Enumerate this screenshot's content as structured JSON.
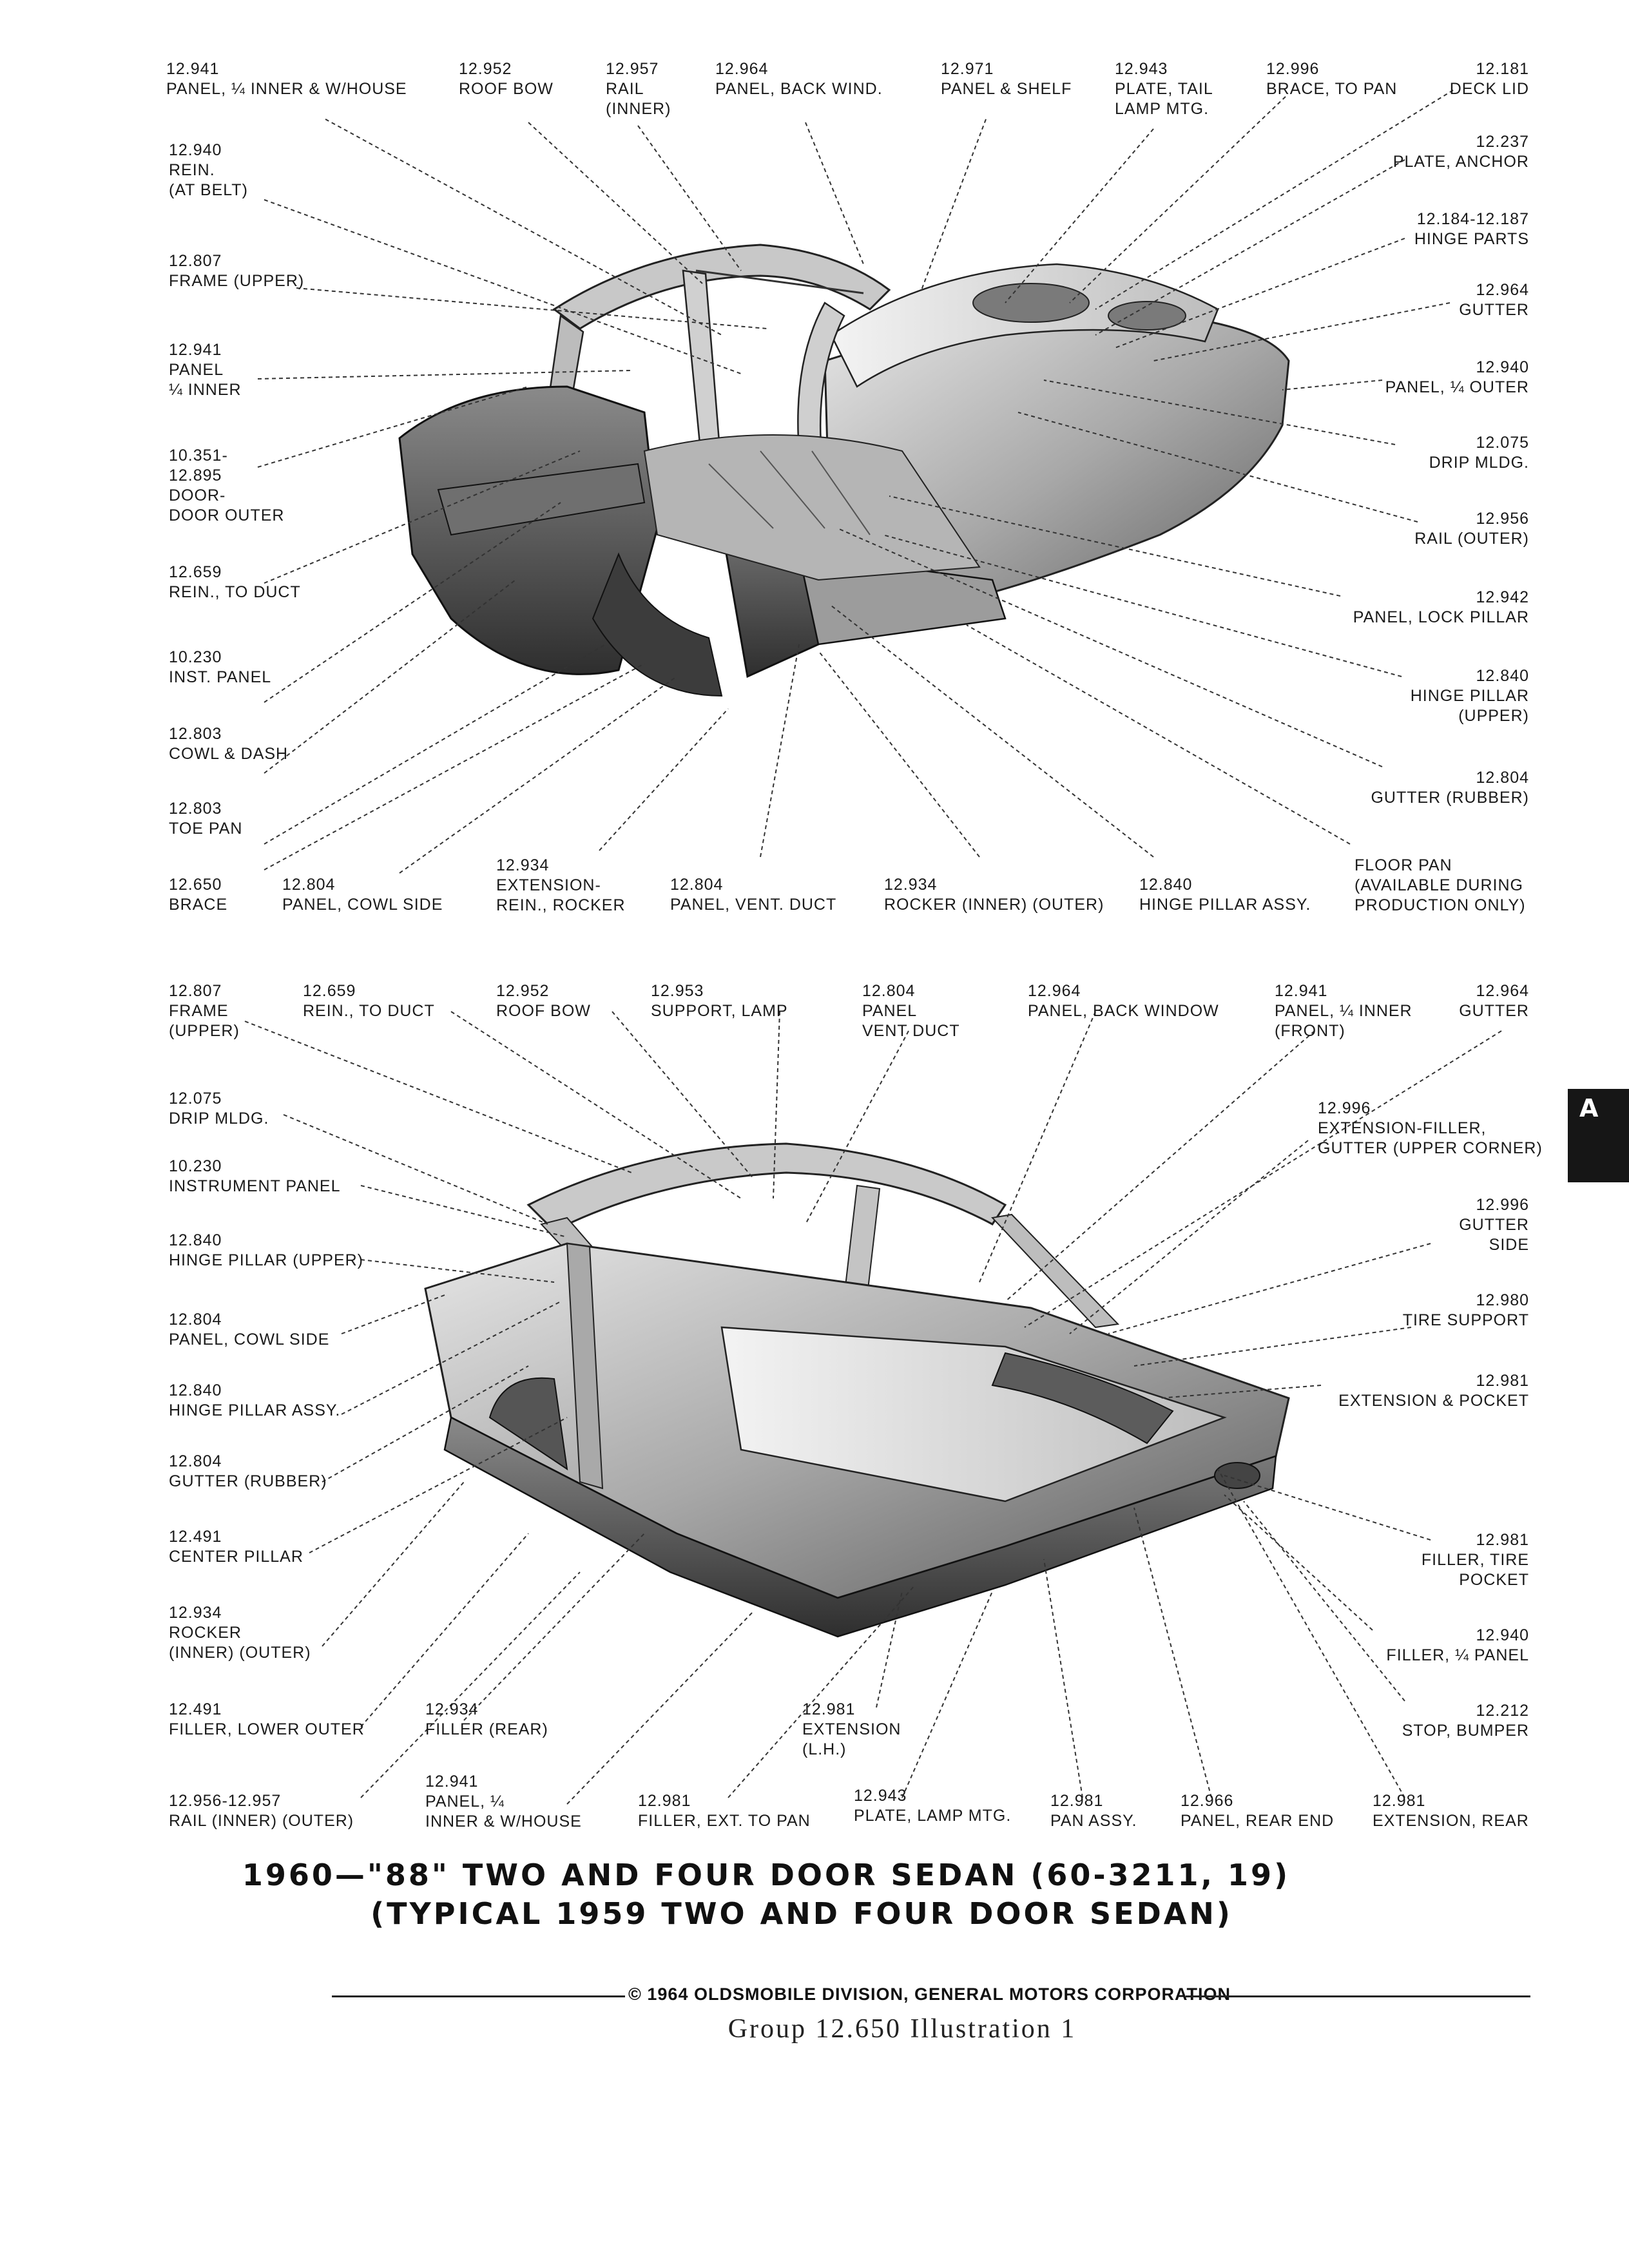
{
  "top_labels": [
    {
      "id": "t1",
      "num": "12.941",
      "lines": [
        "PANEL, ¼ INNER & W/HOUSE"
      ]
    },
    {
      "id": "t2",
      "num": "12.952",
      "lines": [
        "ROOF BOW"
      ]
    },
    {
      "id": "t3",
      "num": "12.957",
      "lines": [
        "RAIL",
        "(INNER)"
      ]
    },
    {
      "id": "t4",
      "num": "12.964",
      "lines": [
        "PANEL, BACK WIND."
      ]
    },
    {
      "id": "t5",
      "num": "12.971",
      "lines": [
        "PANEL & SHELF"
      ]
    },
    {
      "id": "t6",
      "num": "12.943",
      "lines": [
        "PLATE, TAIL",
        "LAMP MTG."
      ]
    },
    {
      "id": "t7",
      "num": "12.996",
      "lines": [
        "BRACE, TO PAN"
      ]
    },
    {
      "id": "t8",
      "num": "12.181",
      "lines": [
        "DECK LID"
      ]
    },
    {
      "id": "t9",
      "num": "12.940",
      "lines": [
        "REIN.",
        "(AT BELT)"
      ]
    },
    {
      "id": "t10",
      "num": "12.807",
      "lines": [
        "FRAME (UPPER)"
      ]
    },
    {
      "id": "t11",
      "num": "12.941",
      "lines": [
        "PANEL",
        "¼ INNER"
      ]
    },
    {
      "id": "t12",
      "num": "10.351-",
      "lines": [
        "12.895",
        "DOOR-",
        "DOOR OUTER"
      ]
    },
    {
      "id": "t13",
      "num": "12.659",
      "lines": [
        "REIN., TO DUCT"
      ]
    },
    {
      "id": "t14",
      "num": "10.230",
      "lines": [
        "INST. PANEL"
      ]
    },
    {
      "id": "t15",
      "num": "12.803",
      "lines": [
        "COWL & DASH"
      ]
    },
    {
      "id": "t16",
      "num": "12.803",
      "lines": [
        "TOE PAN"
      ]
    },
    {
      "id": "t17",
      "num": "12.650",
      "lines": [
        "BRACE"
      ]
    },
    {
      "id": "t18",
      "num": "12.804",
      "lines": [
        "PANEL, COWL SIDE"
      ]
    },
    {
      "id": "t19",
      "num": "12.934",
      "lines": [
        "EXTENSION-",
        "REIN., ROCKER"
      ]
    },
    {
      "id": "t20",
      "num": "12.804",
      "lines": [
        "PANEL, VENT. DUCT"
      ]
    },
    {
      "id": "t21",
      "num": "12.934",
      "lines": [
        "ROCKER (INNER) (OUTER)"
      ]
    },
    {
      "id": "t22",
      "num": "12.840",
      "lines": [
        "HINGE PILLAR ASSY."
      ]
    },
    {
      "id": "t23",
      "num": "FLOOR PAN",
      "lines": [
        "(AVAILABLE DURING",
        "PRODUCTION ONLY)"
      ]
    },
    {
      "id": "t24",
      "num": "12.237",
      "lines": [
        "PLATE, ANCHOR"
      ]
    },
    {
      "id": "t25",
      "num": "12.184-12.187",
      "lines": [
        "HINGE PARTS"
      ]
    },
    {
      "id": "t26",
      "num": "12.964",
      "lines": [
        "GUTTER"
      ]
    },
    {
      "id": "t27",
      "num": "12.940",
      "lines": [
        "PANEL, ¼ OUTER"
      ]
    },
    {
      "id": "t28",
      "num": "12.075",
      "lines": [
        "DRIP MLDG."
      ]
    },
    {
      "id": "t29",
      "num": "12.956",
      "lines": [
        "RAIL (OUTER)"
      ]
    },
    {
      "id": "t30",
      "num": "12.942",
      "lines": [
        "PANEL, LOCK PILLAR"
      ]
    },
    {
      "id": "t31",
      "num": "12.840",
      "lines": [
        "HINGE PILLAR",
        "(UPPER)"
      ]
    },
    {
      "id": "t32",
      "num": "12.804",
      "lines": [
        "GUTTER (RUBBER)"
      ]
    }
  ],
  "bottom_labels": [
    {
      "id": "b1",
      "num": "12.807",
      "lines": [
        "FRAME",
        "(UPPER)"
      ]
    },
    {
      "id": "b2",
      "num": "12.659",
      "lines": [
        "REIN., TO DUCT"
      ]
    },
    {
      "id": "b3",
      "num": "12.952",
      "lines": [
        "ROOF BOW"
      ]
    },
    {
      "id": "b4",
      "num": "12.953",
      "lines": [
        "SUPPORT, LAMP"
      ]
    },
    {
      "id": "b5",
      "num": "12.804",
      "lines": [
        "PANEL",
        "VENT DUCT"
      ]
    },
    {
      "id": "b6",
      "num": "12.964",
      "lines": [
        "PANEL, BACK WINDOW"
      ]
    },
    {
      "id": "b7",
      "num": "12.941",
      "lines": [
        "PANEL, ¼ INNER",
        "(FRONT)"
      ]
    },
    {
      "id": "b8",
      "num": "12.964",
      "lines": [
        "GUTTER"
      ]
    },
    {
      "id": "b9",
      "num": "12.075",
      "lines": [
        "DRIP MLDG."
      ]
    },
    {
      "id": "b10",
      "num": "10.230",
      "lines": [
        "INSTRUMENT PANEL"
      ]
    },
    {
      "id": "b11",
      "num": "12.840",
      "lines": [
        "HINGE PILLAR (UPPER)"
      ]
    },
    {
      "id": "b12",
      "num": "12.804",
      "lines": [
        "PANEL, COWL SIDE"
      ]
    },
    {
      "id": "b13",
      "num": "12.840",
      "lines": [
        "HINGE PILLAR ASSY."
      ]
    },
    {
      "id": "b14",
      "num": "12.804",
      "lines": [
        "GUTTER (RUBBER)"
      ]
    },
    {
      "id": "b15",
      "num": "12.491",
      "lines": [
        "CENTER PILLAR"
      ]
    },
    {
      "id": "b16",
      "num": "12.934",
      "lines": [
        "ROCKER",
        "(INNER) (OUTER)"
      ]
    },
    {
      "id": "b17",
      "num": "12.491",
      "lines": [
        "FILLER, LOWER OUTER"
      ]
    },
    {
      "id": "b18",
      "num": "12.934",
      "lines": [
        "FILLER (REAR)"
      ]
    },
    {
      "id": "b19",
      "num": "12.956-12.957",
      "lines": [
        "RAIL (INNER) (OUTER)"
      ]
    },
    {
      "id": "b20",
      "num": "12.941",
      "lines": [
        "PANEL, ¼",
        "INNER & W/HOUSE"
      ]
    },
    {
      "id": "b21",
      "num": "12.981",
      "lines": [
        "EXTENSION",
        "(L.H.)"
      ]
    },
    {
      "id": "b22",
      "num": "12.981",
      "lines": [
        "FILLER, EXT. TO PAN"
      ]
    },
    {
      "id": "b23",
      "num": "12.943",
      "lines": [
        "PLATE, LAMP MTG."
      ]
    },
    {
      "id": "b24",
      "num": "12.981",
      "lines": [
        "PAN ASSY."
      ]
    },
    {
      "id": "b25",
      "num": "12.966",
      "lines": [
        "PANEL, REAR END"
      ]
    },
    {
      "id": "b26",
      "num": "12.981",
      "lines": [
        "EXTENSION, REAR"
      ]
    },
    {
      "id": "b27",
      "num": "12.996",
      "lines": [
        "EXTENSION-FILLER,",
        "GUTTER (UPPER CORNER)"
      ]
    },
    {
      "id": "b28",
      "num": "12.996",
      "lines": [
        "GUTTER",
        "SIDE"
      ]
    },
    {
      "id": "b29",
      "num": "12.980",
      "lines": [
        "TIRE SUPPORT"
      ]
    },
    {
      "id": "b30",
      "num": "12.981",
      "lines": [
        "EXTENSION & POCKET"
      ]
    },
    {
      "id": "b31",
      "num": "12.981",
      "lines": [
        "FILLER, TIRE",
        "POCKET"
      ]
    },
    {
      "id": "b32",
      "num": "12.940",
      "lines": [
        "FILLER, ¼ PANEL"
      ]
    },
    {
      "id": "b33",
      "num": "12.212",
      "lines": [
        "STOP, BUMPER"
      ]
    }
  ],
  "caption": {
    "line1": "1960—\"88\" TWO AND FOUR DOOR SEDAN (60-3211, 19)",
    "line2": "(TYPICAL 1959 TWO AND FOUR DOOR SEDAN)"
  },
  "footer": {
    "copyright": "© 1964 OLDSMOBILE DIVISION, GENERAL MOTORS CORPORATION",
    "group": "Group 12.650   Illustration 1"
  },
  "edge_tab": {
    "letter": "A"
  },
  "colors": {
    "ink": "#1a1a1a",
    "body_shade": "#9a9a9a",
    "paper": "#ffffff"
  }
}
